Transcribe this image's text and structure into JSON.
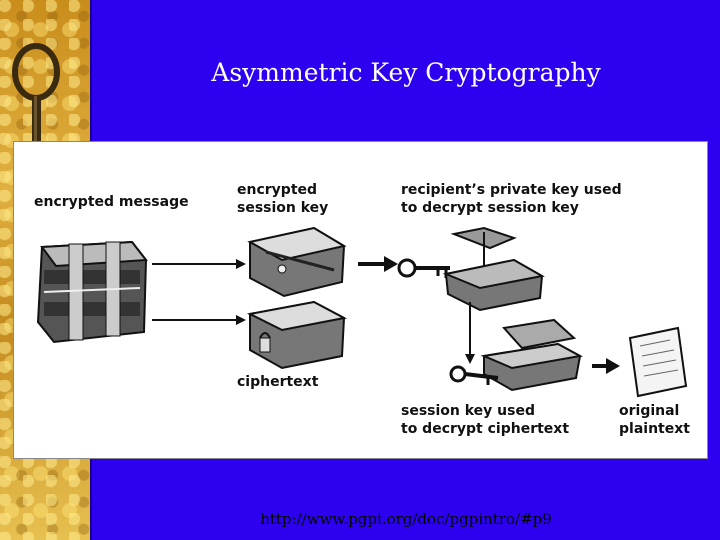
{
  "slide": {
    "title": "Asymmetric Key Cryptography",
    "footer_url": "http://www.pgpi.org/doc/pgpintro/#p9"
  },
  "diagram": {
    "labels": {
      "encrypted_message": "encrypted message",
      "encrypted_session_key": "encrypted\nsession key",
      "private_key_used": "recipient’s private key used\nto decrypt session key",
      "ciphertext": "ciphertext",
      "session_key_used": "session key used\nto decrypt ciphertext",
      "original_plaintext": "original\nplaintext"
    }
  },
  "colors": {
    "background": "#2d00f0",
    "sidebar": "#d4a030"
  },
  "icons": [
    "ring-handle-icon",
    "locked-bundle-icon",
    "suitcase-icon",
    "key-icon",
    "document-icon",
    "arrow-icon"
  ]
}
